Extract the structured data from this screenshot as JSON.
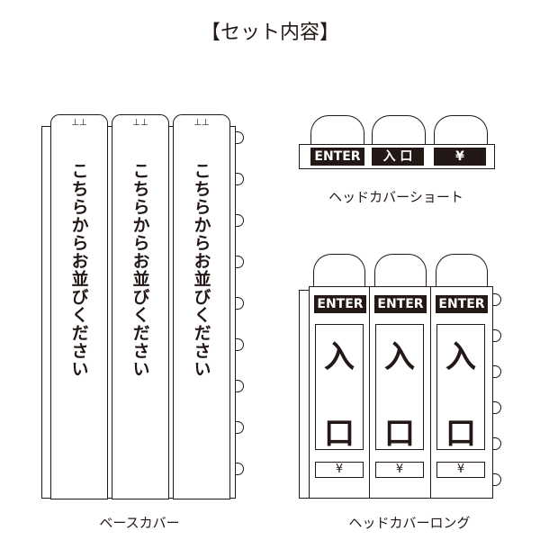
{
  "title": "【セット内容】",
  "base_cover": {
    "caption": "ベースカバー",
    "column_text": "こちらからお並びください",
    "tick": "⊥⊥",
    "columns": 3
  },
  "head_short": {
    "caption": "ヘッドカバーショート",
    "labels": [
      "ENTER",
      "入 口",
      "¥"
    ]
  },
  "head_long": {
    "caption": "ヘッドカバーロング",
    "enter": "ENTER",
    "char_top": "入",
    "char_bottom": "口",
    "yen": "¥"
  }
}
